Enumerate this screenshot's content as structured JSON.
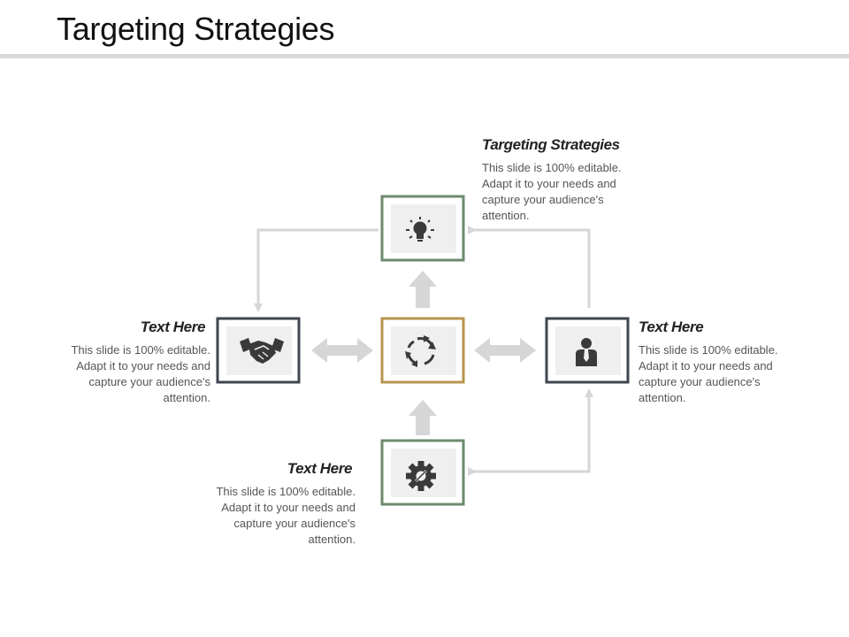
{
  "slide": {
    "title": "Targeting Strategies"
  },
  "blocks": {
    "top": {
      "heading": "Targeting Strategies",
      "body": "This slide is 100% editable. Adapt it to your needs and capture your audience's attention."
    },
    "left": {
      "heading": "Text Here",
      "body": "This slide is 100% editable. Adapt it to your needs and capture your audience's attention."
    },
    "right": {
      "heading": "Text Here",
      "body": "This slide is 100% editable. Adapt it to your needs and capture your audience's attention."
    },
    "bottom": {
      "heading": "Text Here",
      "body": "This slide is 100% editable. Adapt it to your needs and capture your audience's attention."
    }
  },
  "nodes": [
    {
      "id": "top",
      "icon": "lightbulb-icon",
      "border": "#6e8a6e"
    },
    {
      "id": "left",
      "icon": "handshake-icon",
      "border": "#3f4650"
    },
    {
      "id": "center",
      "icon": "cycle-arrows-icon",
      "border": "#b8944f"
    },
    {
      "id": "right",
      "icon": "businessman-icon",
      "border": "#3f4650"
    },
    {
      "id": "bottom",
      "icon": "gear-wrench-icon",
      "border": "#6e8a6e"
    }
  ],
  "colors": {
    "connector": "#d6d6d6",
    "icon": "#3a3a3a",
    "tile": "#efefef"
  }
}
